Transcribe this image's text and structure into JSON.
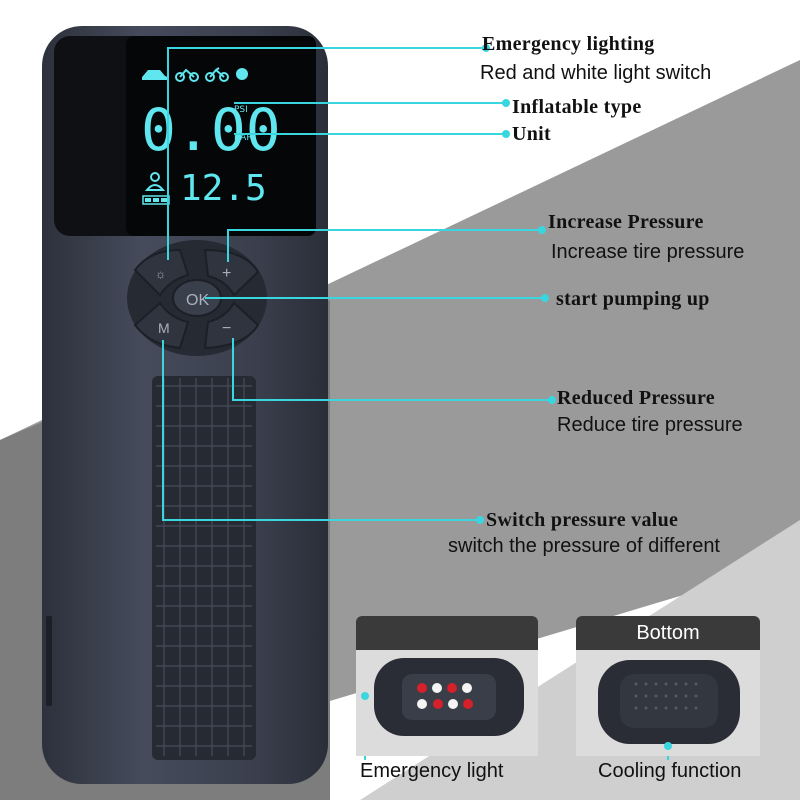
{
  "display": {
    "pressure_reading": "0.00",
    "unit_psi": "PSI",
    "unit_bar": "BAR",
    "preset_value": "12.5"
  },
  "buttons": {
    "ok_label": "OK",
    "mode_label": "M"
  },
  "callouts": {
    "emergency_lighting": {
      "title": "Emergency lighting",
      "subtitle": "Red and white light switch"
    },
    "inflatable_type": {
      "title": "Inflatable type"
    },
    "unit": {
      "title": "Unit"
    },
    "increase_pressure": {
      "title": "Increase Pressure",
      "subtitle": "Increase tire pressure"
    },
    "start_pumping": {
      "title": "start pumping up"
    },
    "reduced_pressure": {
      "title": "Reduced Pressure",
      "subtitle": "Reduce tire pressure"
    },
    "switch_pressure": {
      "title": "Switch pressure value",
      "subtitle": "switch the pressure of different"
    }
  },
  "bottom_panels": {
    "left_caption": "Emergency light",
    "right_header": "Bottom",
    "right_caption": "Cooling function"
  },
  "colors": {
    "accent_cyan": "#3ad6e0",
    "lcd_cyan": "#5fe6ee",
    "device_body": "#3c4150",
    "background_gray": "#8a8a8a",
    "emergency_red": "#d6202a"
  },
  "icons": [
    "car-icon",
    "motorcycle-icon",
    "bicycle-icon",
    "ball-icon",
    "person-icon",
    "battery-icon"
  ]
}
